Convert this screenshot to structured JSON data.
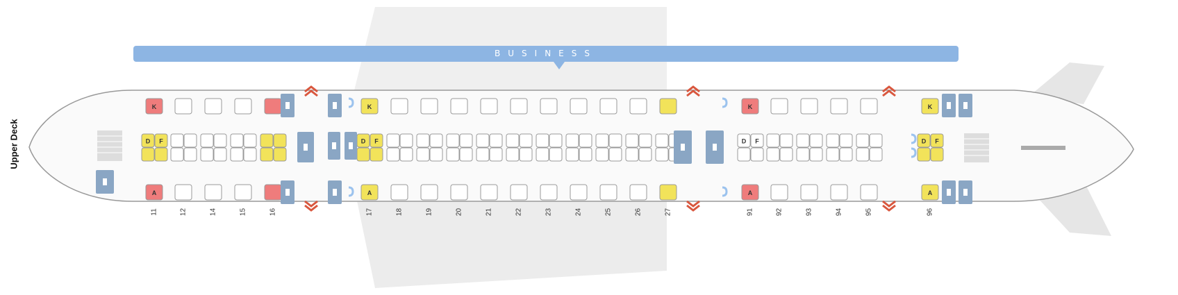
{
  "deck_label": "Upper Deck",
  "cabin_label": "BUSINESS",
  "colors": {
    "seat_standard": "#ffffff",
    "seat_yellow": "#f2e35a",
    "seat_red": "#ef7c7c",
    "facility": "#8aa6c4",
    "banner": "#8db5e3",
    "exit": "#d9573e"
  },
  "seat_letters": {
    "window_top": "K",
    "center_left": "D",
    "center_right": "F",
    "window_bottom": "A"
  },
  "row_numbers": [
    "11",
    "12",
    "14",
    "15",
    "16",
    "17",
    "18",
    "19",
    "20",
    "21",
    "22",
    "23",
    "24",
    "25",
    "26",
    "27",
    "91",
    "92",
    "93",
    "94",
    "95",
    "96"
  ],
  "rows": [
    {
      "num": "11",
      "k": "red",
      "df": "yellow",
      "a": "red"
    },
    {
      "num": "12",
      "k": "std",
      "df": "std",
      "a": "std"
    },
    {
      "num": "14",
      "k": "std",
      "df": "std",
      "a": "std"
    },
    {
      "num": "15",
      "k": "std",
      "df": "std",
      "a": "std"
    },
    {
      "num": "16",
      "k": "red",
      "df": "yellow",
      "a": "red"
    },
    {
      "num": "17",
      "k": "yellow",
      "df": "yellow",
      "a": "yellow"
    },
    {
      "num": "18",
      "k": "std",
      "df": "std",
      "a": "std"
    },
    {
      "num": "19",
      "k": "std",
      "df": "std",
      "a": "std"
    },
    {
      "num": "20",
      "k": "std",
      "df": "std",
      "a": "std"
    },
    {
      "num": "21",
      "k": "std",
      "df": "std",
      "a": "std"
    },
    {
      "num": "22",
      "k": "std",
      "df": "std",
      "a": "std"
    },
    {
      "num": "23",
      "k": "std",
      "df": "std",
      "a": "std"
    },
    {
      "num": "24",
      "k": "std",
      "df": "std",
      "a": "std"
    },
    {
      "num": "25",
      "k": "std",
      "df": "std",
      "a": "std"
    },
    {
      "num": "26",
      "k": "std",
      "df": "std",
      "a": "std"
    },
    {
      "num": "27",
      "k": "yellow",
      "df": "std",
      "a": "yellow"
    },
    {
      "num": "91",
      "k": "red",
      "df": "std",
      "a": "red"
    },
    {
      "num": "92",
      "k": "std",
      "df": "std",
      "a": "std"
    },
    {
      "num": "93",
      "k": "std",
      "df": "std",
      "a": "std"
    },
    {
      "num": "94",
      "k": "std",
      "df": "std",
      "a": "std"
    },
    {
      "num": "95",
      "k": "std",
      "df": "std",
      "a": "std"
    },
    {
      "num": "96",
      "k": "yellow",
      "df": "yellow",
      "a": "yellow"
    }
  ],
  "facilities": [
    "lavatory-icon",
    "galley-icon",
    "closet-icon",
    "stairs-icon",
    "exit-icon",
    "bassinet-icon"
  ]
}
